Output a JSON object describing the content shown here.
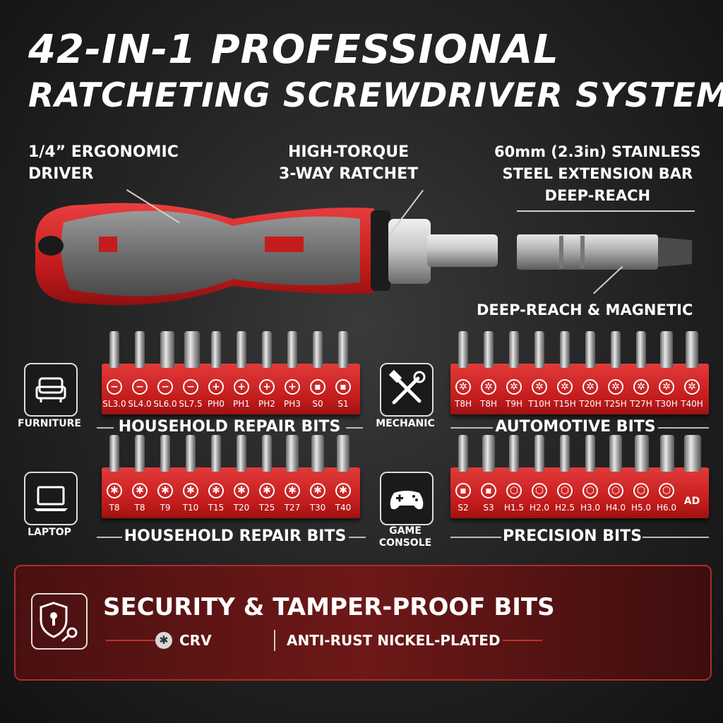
{
  "title": {
    "line1": "42-IN-1 PROFESSIONAL",
    "line2": "RATCHETING SCREWDRIVER SYSTEM"
  },
  "callouts": {
    "driver": [
      "1/4” ERGONOMIC",
      "DRIVER"
    ],
    "ratchet": [
      "HIGH-TORQUE",
      "3-WAY RATCHET"
    ],
    "extension": [
      "60mm (2.3in) STAINLESS",
      "STEEL EXTENSION BAR",
      "DEEP-REACH"
    ],
    "magnetic": "DEEP-REACH & MAGNETIC"
  },
  "categories": {
    "furniture": "FURNITURE",
    "mechanic": "MECHANIC",
    "laptop": "LAPTOP",
    "game_console": [
      "GAME",
      "CONSOLE"
    ]
  },
  "sections": {
    "household_1": "HOUSEHOLD REPAIR BITS",
    "automotive": "AUTOMOTIVE BITS",
    "household_2": "HOUSEHOLD REPAIR BITS",
    "precision": "PRECISION BITS"
  },
  "trays": {
    "household_1": [
      "SL3.0",
      "SL4.0",
      "SL6.0",
      "SL7.5",
      "PH0",
      "PH1",
      "PH2",
      "PH3",
      "S0",
      "S1"
    ],
    "automotive": [
      "T8H",
      "T8H",
      "T9H",
      "T10H",
      "T15H",
      "T20H",
      "T25H",
      "T27H",
      "T30H",
      "T40H"
    ],
    "household_2": [
      "T8",
      "T8",
      "T9",
      "T10",
      "T15",
      "T20",
      "T25",
      "T27",
      "T30",
      "T40"
    ],
    "precision": [
      "S2",
      "S3",
      "H1.5",
      "H2.0",
      "H2.5",
      "H3.0",
      "H4.0",
      "H5.0",
      "H6.0",
      "AD"
    ]
  },
  "banner": {
    "title": "SECURITY & TAMPER-PROOF BITS",
    "material": "CRV",
    "coating": "ANTI-RUST NICKEL-PLATED"
  },
  "colors": {
    "accent_red": "#c8201e",
    "handle_gray": "#7a7a7a"
  }
}
